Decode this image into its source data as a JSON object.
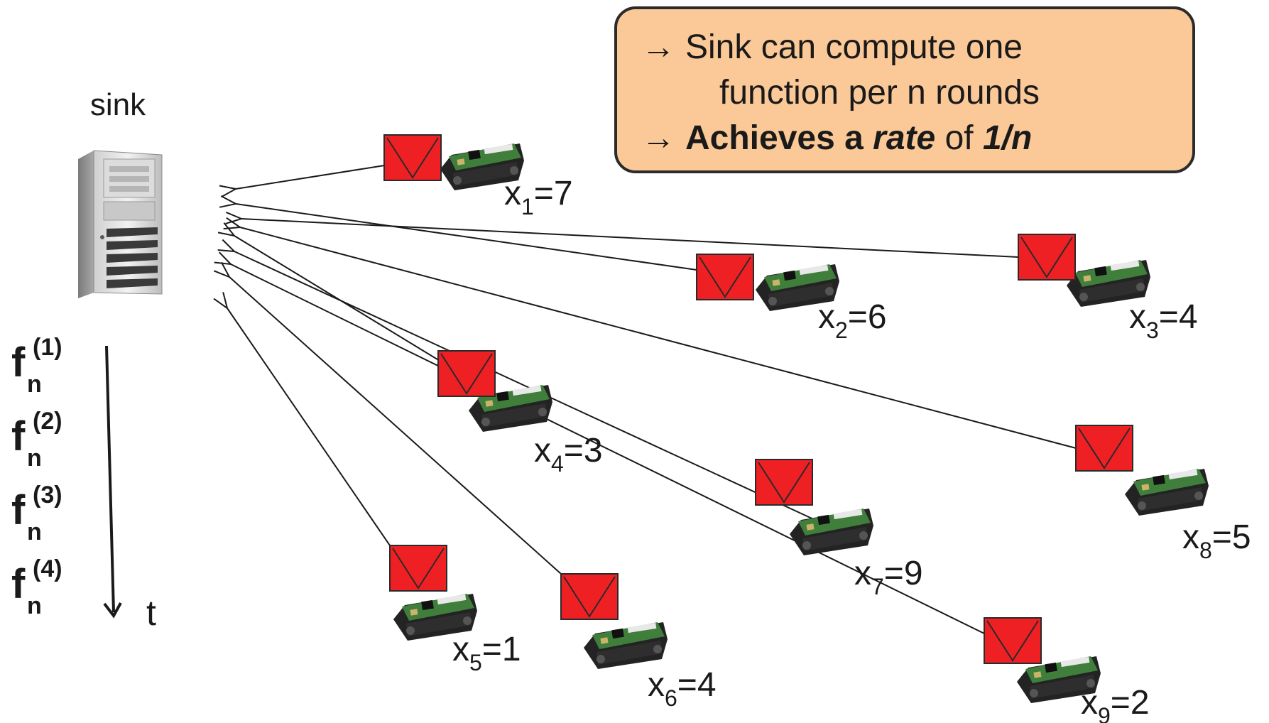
{
  "sink": {
    "label": "sink",
    "icon": "server-tower-icon"
  },
  "callout": {
    "arrow": "→",
    "line1": "Sink can compute one",
    "line2": "function per n rounds",
    "line3_pre": "Achieves a ",
    "line3_rate": "rate",
    "line3_of": " of ",
    "line3_val": "1/n",
    "fill": "#fbc998"
  },
  "timeline": {
    "axis_label": "t",
    "functions": [
      {
        "base": "f",
        "sub": "n",
        "sup": "(1)"
      },
      {
        "base": "f",
        "sub": "n",
        "sup": "(2)"
      },
      {
        "base": "f",
        "sub": "n",
        "sup": "(3)"
      },
      {
        "base": "f",
        "sub": "n",
        "sup": "(4)"
      }
    ]
  },
  "message_color": "#ee2024",
  "nodes": [
    {
      "var": "x",
      "index": "1",
      "value": "=7"
    },
    {
      "var": "x",
      "index": "2",
      "value": "=6"
    },
    {
      "var": "x",
      "index": "3",
      "value": "=4"
    },
    {
      "var": "x",
      "index": "4",
      "value": "=3"
    },
    {
      "var": "x",
      "index": "5",
      "value": "=1"
    },
    {
      "var": "x",
      "index": "6",
      "value": "=4"
    },
    {
      "var": "x",
      "index": "7",
      "value": "=9"
    },
    {
      "var": "x",
      "index": "8",
      "value": "=5"
    },
    {
      "var": "x",
      "index": "9",
      "value": "=2"
    }
  ]
}
